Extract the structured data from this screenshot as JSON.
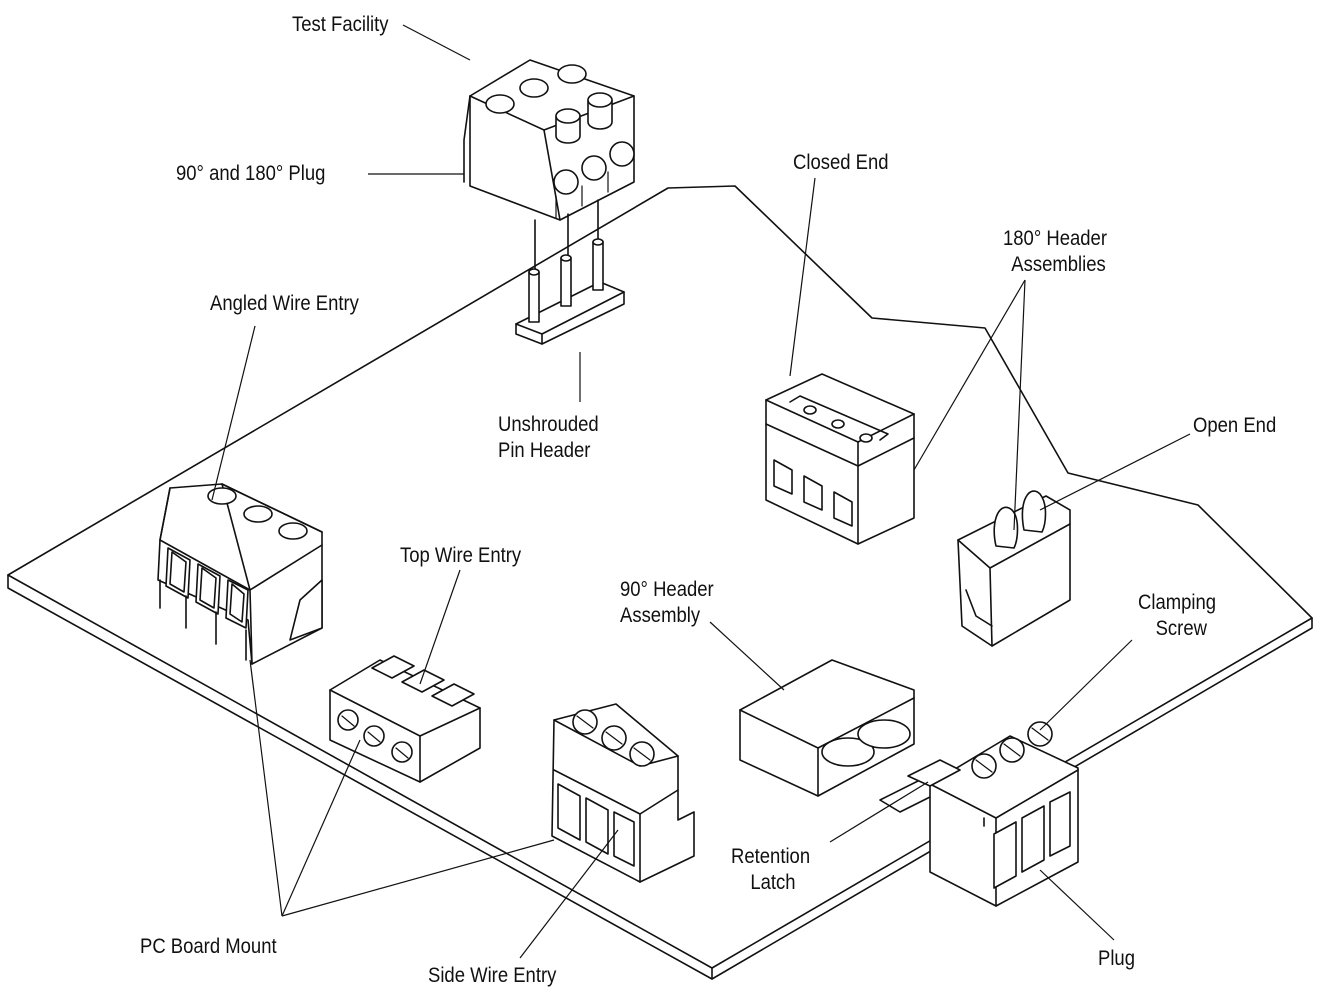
{
  "diagram": {
    "labels": {
      "test_facility": "Test Facility",
      "plug_90_180": "90° and 180° Plug",
      "closed_end": "Closed End",
      "header_180_line1": "180° Header",
      "header_180_line2": "Assemblies",
      "angled_wire_entry": "Angled Wire Entry",
      "unshrouded_line1": "Unshrouded",
      "unshrouded_line2": "Pin Header",
      "open_end": "Open End",
      "top_wire_entry": "Top Wire Entry",
      "header_90_line1": "90° Header",
      "header_90_line2": "Assembly",
      "clamping_line1": "Clamping",
      "clamping_line2": "Screw",
      "retention_line1": "Retention",
      "retention_line2": "Latch",
      "pc_board_mount": "PC Board Mount",
      "side_wire_entry": "Side Wire Entry",
      "plug": "Plug"
    }
  }
}
